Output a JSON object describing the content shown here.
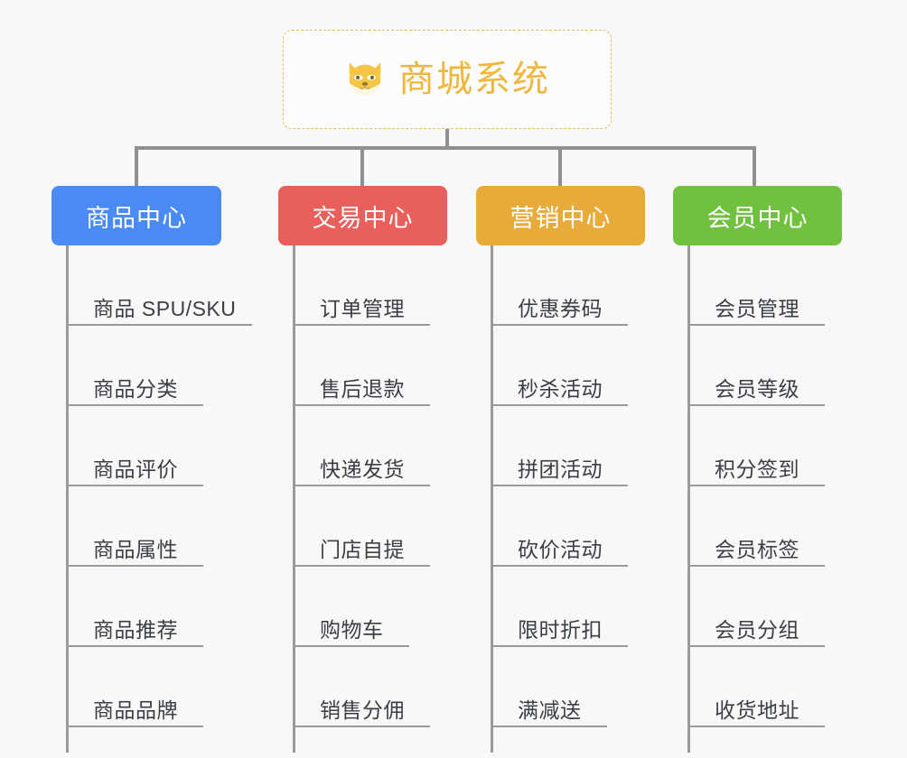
{
  "diagram": {
    "type": "mind-map",
    "background_color": "#f8f8f8",
    "root": {
      "title": "商城系统",
      "icon": "shiba-dog-face-icon",
      "border_color": "#edb95a",
      "text_color": "#f0b73e"
    },
    "branches": [
      {
        "label": "商品中心",
        "color": "#4a8af4",
        "items": [
          "商品 SPU/SKU",
          "商品分类",
          "商品评价",
          "商品属性",
          "商品推荐",
          "商品品牌"
        ]
      },
      {
        "label": "交易中心",
        "color": "#e95f5c",
        "items": [
          "订单管理",
          "售后退款",
          "快递发货",
          "门店自提",
          "购物车",
          "销售分佣"
        ]
      },
      {
        "label": "营销中心",
        "color": "#e8ab3a",
        "items": [
          "优惠券码",
          "秒杀活动",
          "拼团活动",
          "砍价活动",
          "限时折扣",
          "满减送"
        ]
      },
      {
        "label": "会员中心",
        "color": "#72c040",
        "items": [
          "会员管理",
          "会员等级",
          "积分签到",
          "会员标签",
          "会员分组",
          "收货地址"
        ]
      }
    ]
  }
}
